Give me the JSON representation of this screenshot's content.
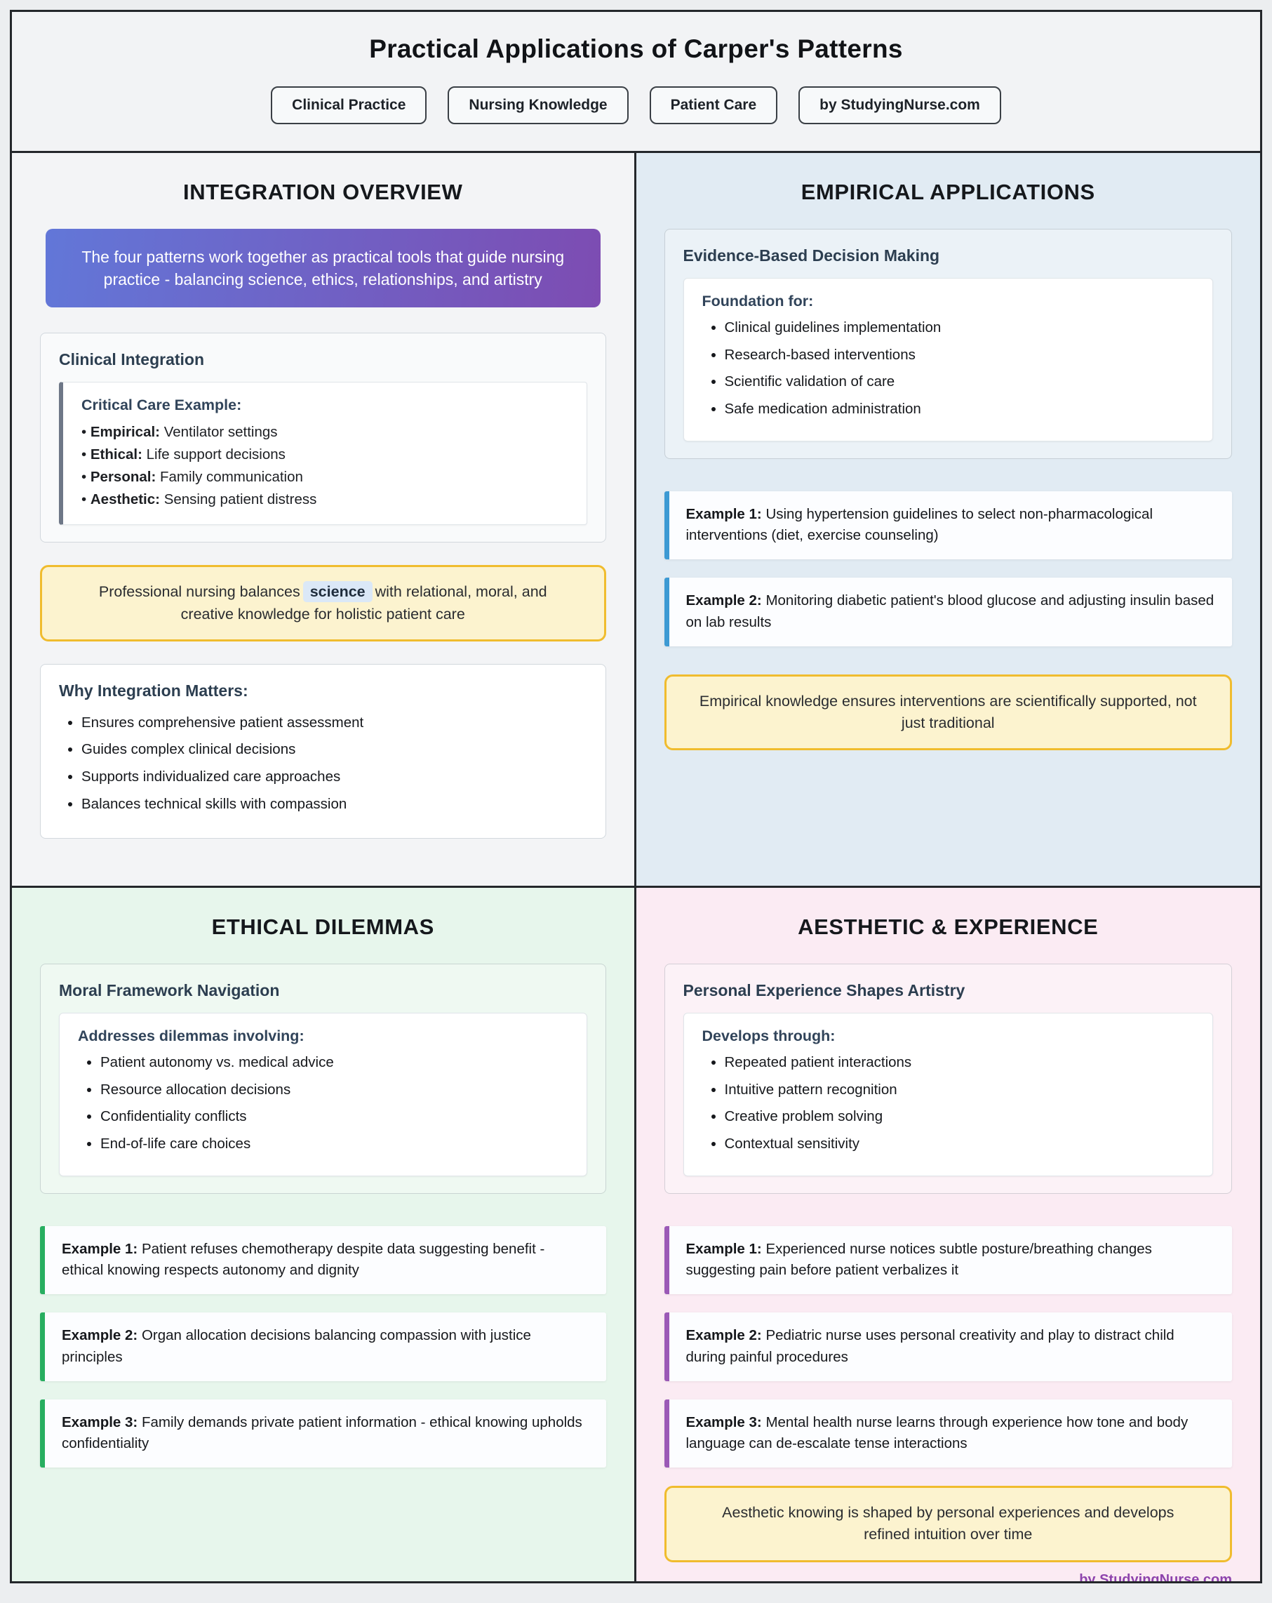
{
  "header": {
    "title": "Practical Applications of Carper's Patterns",
    "badges": [
      "Clinical Practice",
      "Nursing Knowledge",
      "Patient Care",
      "by StudyingNurse.com"
    ]
  },
  "integration": {
    "title": "INTEGRATION OVERVIEW",
    "intro": "The four patterns work together as practical tools that guide nursing practice - balancing science, ethics, relationships, and artistry",
    "clinical_integration": {
      "title": "Clinical Integration",
      "example_title": "Critical Care Example:",
      "items": [
        {
          "label": "Empirical:",
          "text": "Ventilator settings"
        },
        {
          "label": "Ethical:",
          "text": "Life support decisions"
        },
        {
          "label": "Personal:",
          "text": "Family communication"
        },
        {
          "label": "Aesthetic:",
          "text": "Sensing patient distress"
        }
      ]
    },
    "callout": {
      "before": "Professional nursing balances",
      "highlight": "science",
      "after": "with relational, moral, and creative knowledge for holistic patient care"
    },
    "why_matters": {
      "title": "Why Integration Matters:",
      "items": [
        "Ensures comprehensive patient assessment",
        "Guides complex clinical decisions",
        "Supports individualized care approaches",
        "Balances technical skills with compassion"
      ]
    }
  },
  "empirical": {
    "title": "EMPIRICAL APPLICATIONS",
    "card_title": "Evidence-Based Decision Making",
    "inner_title": "Foundation for:",
    "items": [
      "Clinical guidelines implementation",
      "Research-based interventions",
      "Scientific validation of care",
      "Safe medication administration"
    ],
    "examples": [
      {
        "label": "Example 1:",
        "text": "Using hypertension guidelines to select non-pharmacological interventions (diet, exercise counseling)"
      },
      {
        "label": "Example 2:",
        "text": "Monitoring diabetic patient's blood glucose and adjusting insulin based on lab results"
      }
    ],
    "callout": "Empirical knowledge ensures interventions are scientifically supported, not just traditional"
  },
  "ethical": {
    "title": "ETHICAL DILEMMAS",
    "card_title": "Moral Framework Navigation",
    "inner_title": "Addresses dilemmas involving:",
    "items": [
      "Patient autonomy vs. medical advice",
      "Resource allocation decisions",
      "Confidentiality conflicts",
      "End-of-life care choices"
    ],
    "examples": [
      {
        "label": "Example 1:",
        "text": "Patient refuses chemotherapy despite data suggesting benefit - ethical knowing respects autonomy and dignity"
      },
      {
        "label": "Example 2:",
        "text": "Organ allocation decisions balancing compassion with justice principles"
      },
      {
        "label": "Example 3:",
        "text": "Family demands private patient information - ethical knowing upholds confidentiality"
      }
    ]
  },
  "aesthetic": {
    "title": "AESTHETIC & EXPERIENCE",
    "card_title": "Personal Experience Shapes Artistry",
    "inner_title": "Develops through:",
    "items": [
      "Repeated patient interactions",
      "Intuitive pattern recognition",
      "Creative problem solving",
      "Contextual sensitivity"
    ],
    "examples": [
      {
        "label": "Example 1:",
        "text": "Experienced nurse notices subtle posture/breathing changes suggesting pain before patient verbalizes it"
      },
      {
        "label": "Example 2:",
        "text": "Pediatric nurse uses personal creativity and play to distract child during painful procedures"
      },
      {
        "label": "Example 3:",
        "text": "Mental health nurse learns through experience how tone and body language can de-escalate tense interactions"
      }
    ],
    "callout": "Aesthetic knowing is shaped by personal experiences and develops refined intuition over time",
    "footer": "by StudyingNurse.com"
  },
  "colors": {
    "border": "#24272b",
    "gradient_start": "#6277d8",
    "gradient_end": "#7d4cb2",
    "callout_bg": "#fcf3cf",
    "callout_border": "#f0bc2e",
    "empirical_accent": "#3d9ad3",
    "ethical_accent": "#27ae60",
    "aesthetic_accent": "#9b59b6",
    "empirical_bg": "#e1ebf3",
    "ethical_bg": "#e7f6ec",
    "aesthetic_bg": "#fbebf3",
    "integration_bg": "#f3f4f6",
    "credit_color": "#8e44ad"
  }
}
